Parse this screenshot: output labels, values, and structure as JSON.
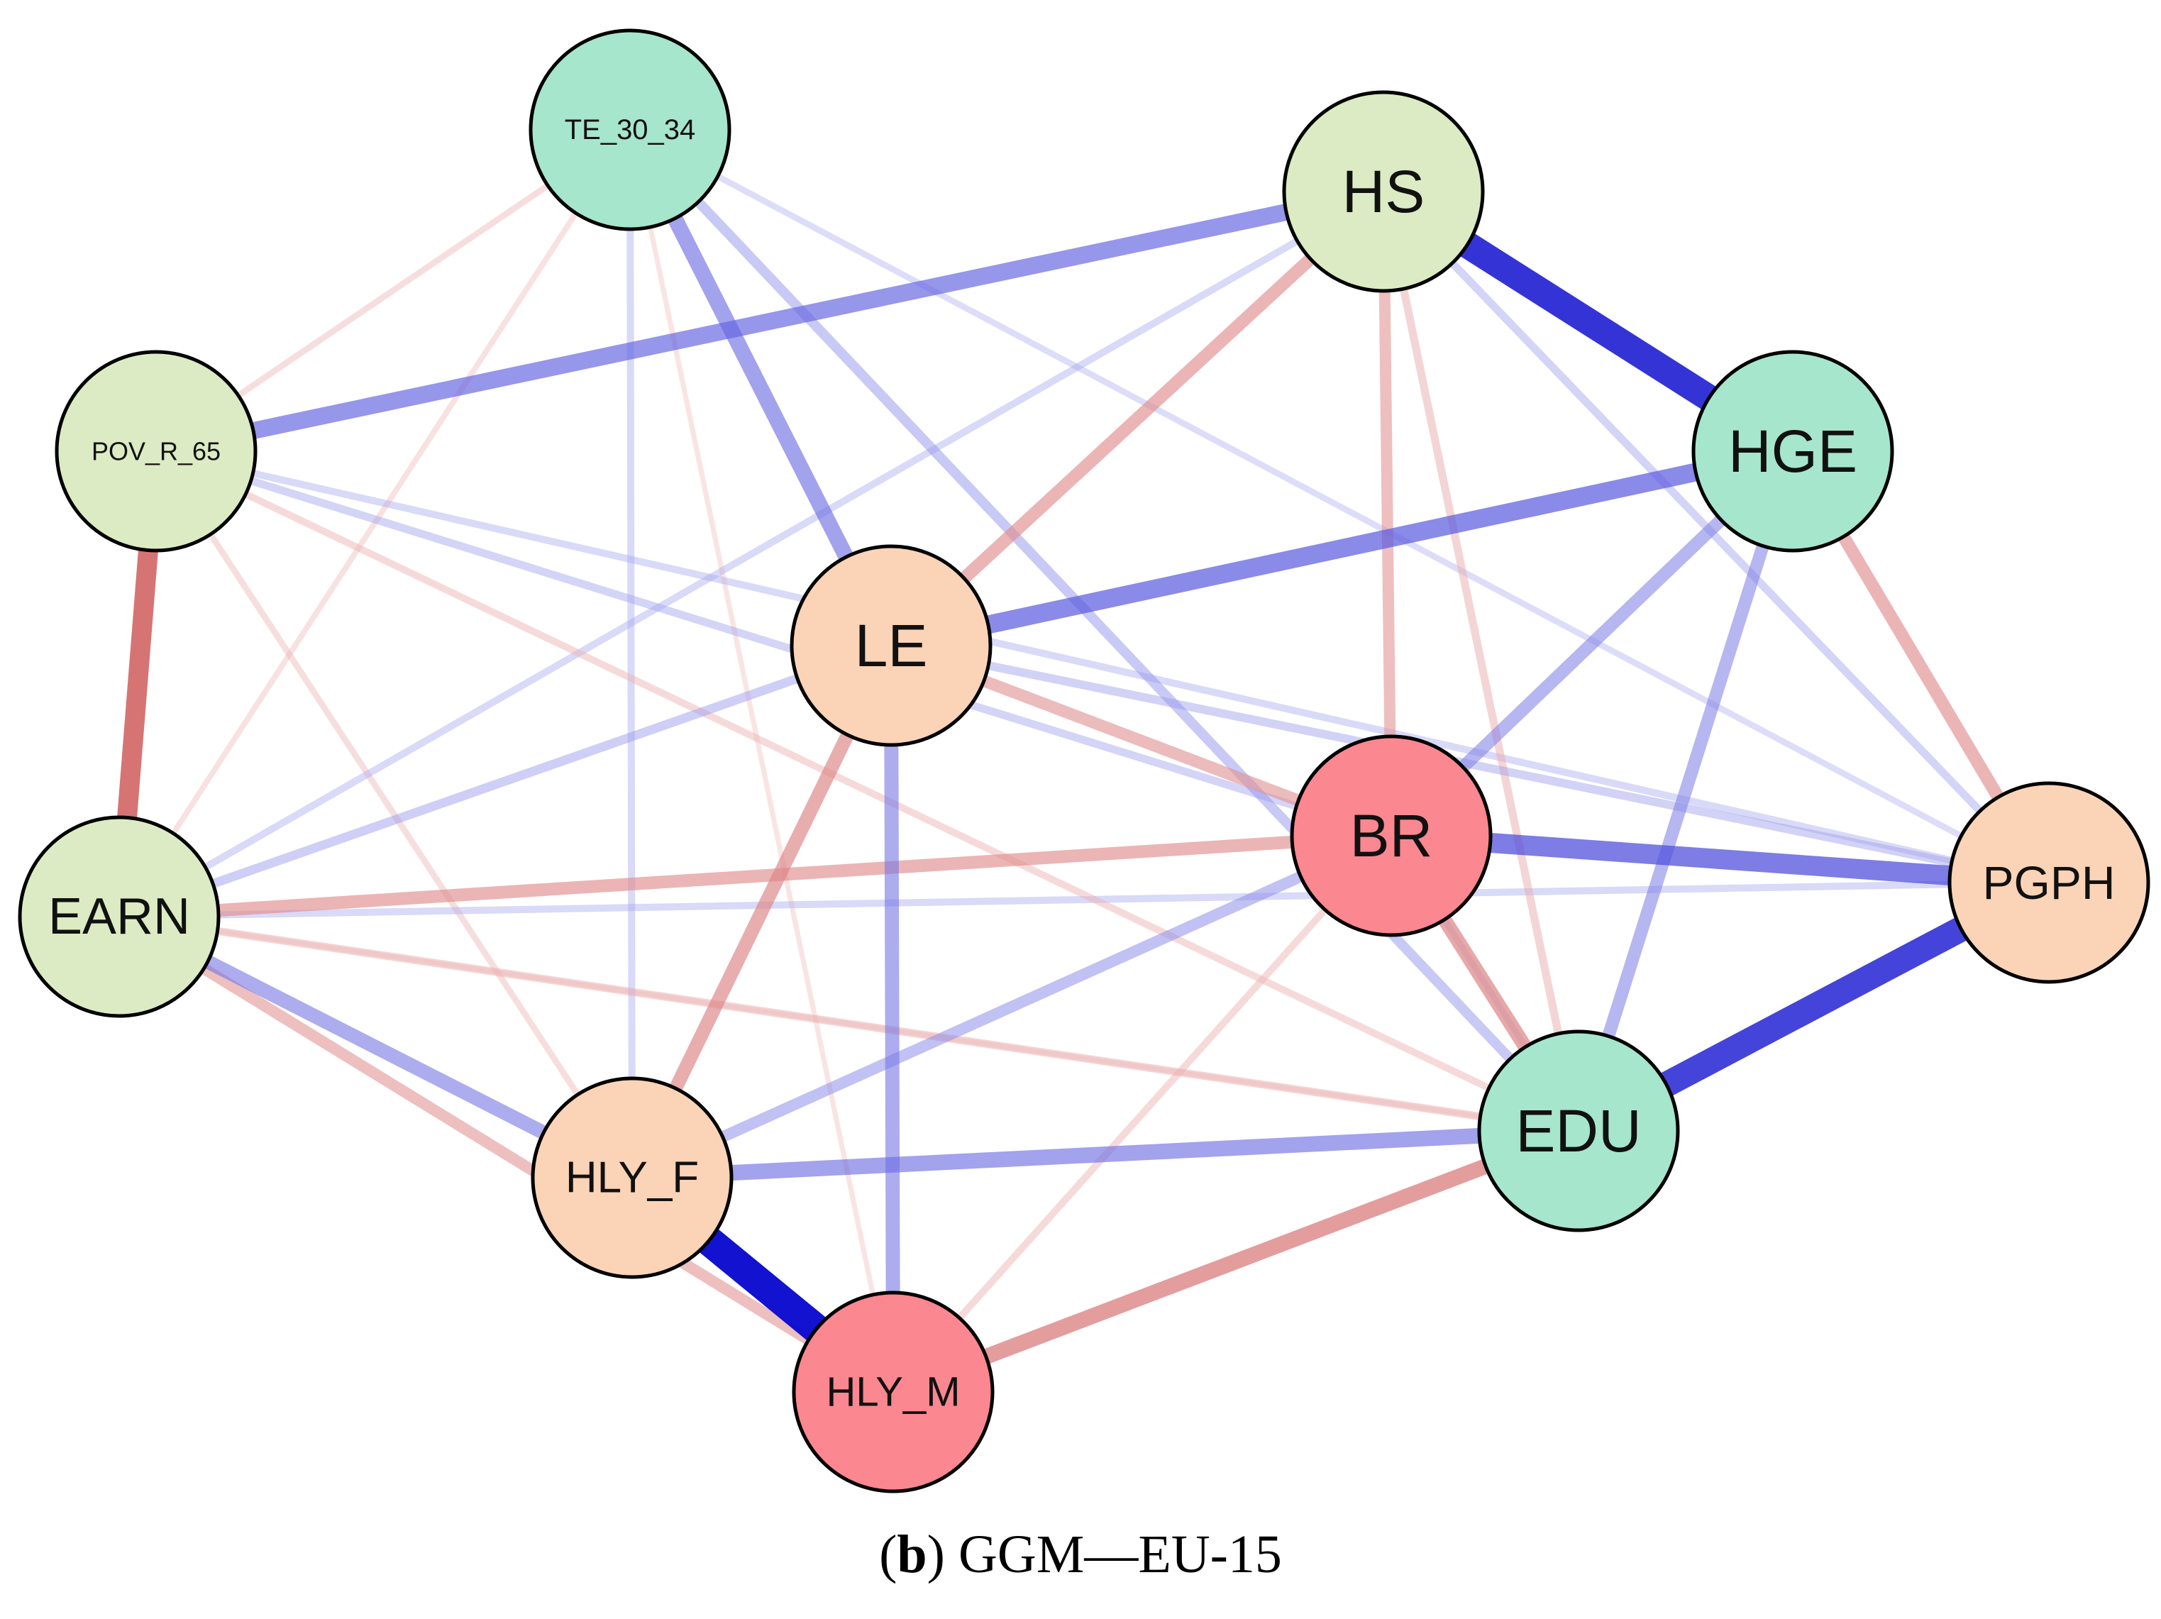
{
  "caption": {
    "panel": "b",
    "text": "GGM—EU-15"
  },
  "colors": {
    "positive_edge": "#0000cc",
    "negative_edge": "#cc3333",
    "node_green_light": "#dcebc3",
    "node_teal": "#a6e6cc",
    "node_peach": "#fbd3b6",
    "node_red": "#fb8790"
  },
  "nodes": [
    {
      "id": "TE_30_34",
      "label": "TE_30_34",
      "color": "#a6e6cc"
    },
    {
      "id": "HS",
      "label": "HS",
      "color": "#dcebc3"
    },
    {
      "id": "POV_R_65",
      "label": "POV_R_65",
      "color": "#dcebc3"
    },
    {
      "id": "HGE",
      "label": "HGE",
      "color": "#a6e6cc"
    },
    {
      "id": "LE",
      "label": "LE",
      "color": "#fbd3b6"
    },
    {
      "id": "BR",
      "label": "BR",
      "color": "#fb8790"
    },
    {
      "id": "PGPH",
      "label": "PGPH",
      "color": "#fbd3b6"
    },
    {
      "id": "EARN",
      "label": "EARN",
      "color": "#dcebc3"
    },
    {
      "id": "EDU",
      "label": "EDU",
      "color": "#a6e6cc"
    },
    {
      "id": "HLY_F",
      "label": "HLY_F",
      "color": "#fbd3b6"
    },
    {
      "id": "HLY_M",
      "label": "HLY_M",
      "color": "#fb8790"
    }
  ],
  "edges": [
    {
      "from": "HLY_F",
      "to": "HLY_M",
      "sign": "positive",
      "weight": 0.95
    },
    {
      "from": "HS",
      "to": "HGE",
      "sign": "positive",
      "weight": 0.85
    },
    {
      "from": "EDU",
      "to": "PGPH",
      "sign": "positive",
      "weight": 0.8
    },
    {
      "from": "BR",
      "to": "PGPH",
      "sign": "positive",
      "weight": 0.6
    },
    {
      "from": "LE",
      "to": "HGE",
      "sign": "positive",
      "weight": 0.55
    },
    {
      "from": "POV_R_65",
      "to": "HS",
      "sign": "positive",
      "weight": 0.5
    },
    {
      "from": "TE_30_34",
      "to": "LE",
      "sign": "positive",
      "weight": 0.45
    },
    {
      "from": "HLY_F",
      "to": "EDU",
      "sign": "positive",
      "weight": 0.45
    },
    {
      "from": "LE",
      "to": "HLY_M",
      "sign": "positive",
      "weight": 0.4
    },
    {
      "from": "EARN",
      "to": "HLY_F",
      "sign": "positive",
      "weight": 0.4
    },
    {
      "from": "HGE",
      "to": "BR",
      "sign": "positive",
      "weight": 0.35
    },
    {
      "from": "HGE",
      "to": "EDU",
      "sign": "positive",
      "weight": 0.35
    },
    {
      "from": "BR",
      "to": "HLY_F",
      "sign": "positive",
      "weight": 0.3
    },
    {
      "from": "TE_30_34",
      "to": "EDU",
      "sign": "positive",
      "weight": 0.25
    },
    {
      "from": "LE",
      "to": "EARN",
      "sign": "positive",
      "weight": 0.22
    },
    {
      "from": "LE",
      "to": "PGPH",
      "sign": "positive",
      "weight": 0.2
    },
    {
      "from": "POV_R_65",
      "to": "BR",
      "sign": "positive",
      "weight": 0.18
    },
    {
      "from": "HS",
      "to": "PGPH",
      "sign": "positive",
      "weight": 0.18
    },
    {
      "from": "POV_R_65",
      "to": "PGPH",
      "sign": "positive",
      "weight": 0.15
    },
    {
      "from": "TE_30_34",
      "to": "HLY_F",
      "sign": "positive",
      "weight": 0.15
    },
    {
      "from": "EARN",
      "to": "PGPH",
      "sign": "positive",
      "weight": 0.15
    },
    {
      "from": "HS",
      "to": "EARN",
      "sign": "positive",
      "weight": 0.15
    },
    {
      "from": "TE_30_34",
      "to": "PGPH",
      "sign": "positive",
      "weight": 0.12
    },
    {
      "from": "BR",
      "to": "EDU",
      "sign": "positive",
      "weight": 0.12
    },
    {
      "from": "EARN",
      "to": "POV_R_65",
      "sign": "negative",
      "weight": 0.6
    },
    {
      "from": "EDU",
      "to": "HLY_M",
      "sign": "negative",
      "weight": 0.45
    },
    {
      "from": "BR",
      "to": "EDU",
      "sign": "negative",
      "weight": 0.4
    },
    {
      "from": "LE",
      "to": "HLY_F",
      "sign": "negative",
      "weight": 0.38
    },
    {
      "from": "HS",
      "to": "LE",
      "sign": "negative",
      "weight": 0.35
    },
    {
      "from": "HGE",
      "to": "PGPH",
      "sign": "negative",
      "weight": 0.35
    },
    {
      "from": "EARN",
      "to": "BR",
      "sign": "negative",
      "weight": 0.35
    },
    {
      "from": "LE",
      "to": "BR",
      "sign": "negative",
      "weight": 0.32
    },
    {
      "from": "HS",
      "to": "BR",
      "sign": "negative",
      "weight": 0.3
    },
    {
      "from": "EARN",
      "to": "HLY_M",
      "sign": "negative",
      "weight": 0.3
    },
    {
      "from": "HS",
      "to": "EDU",
      "sign": "negative",
      "weight": 0.18
    },
    {
      "from": "EARN",
      "to": "EDU",
      "sign": "negative",
      "weight": 0.18
    },
    {
      "from": "POV_R_65",
      "to": "EDU",
      "sign": "negative",
      "weight": 0.15
    },
    {
      "from": "BR",
      "to": "HLY_M",
      "sign": "negative",
      "weight": 0.15
    },
    {
      "from": "POV_R_65",
      "to": "HLY_F",
      "sign": "negative",
      "weight": 0.12
    },
    {
      "from": "TE_30_34",
      "to": "POV_R_65",
      "sign": "negative",
      "weight": 0.12
    },
    {
      "from": "TE_30_34",
      "to": "EARN",
      "sign": "negative",
      "weight": 0.1
    },
    {
      "from": "TE_30_34",
      "to": "HLY_M",
      "sign": "negative",
      "weight": 0.08
    },
    {
      "from": "EARN",
      "to": "EDU",
      "sign": "negative",
      "weight": 0.08
    }
  ]
}
